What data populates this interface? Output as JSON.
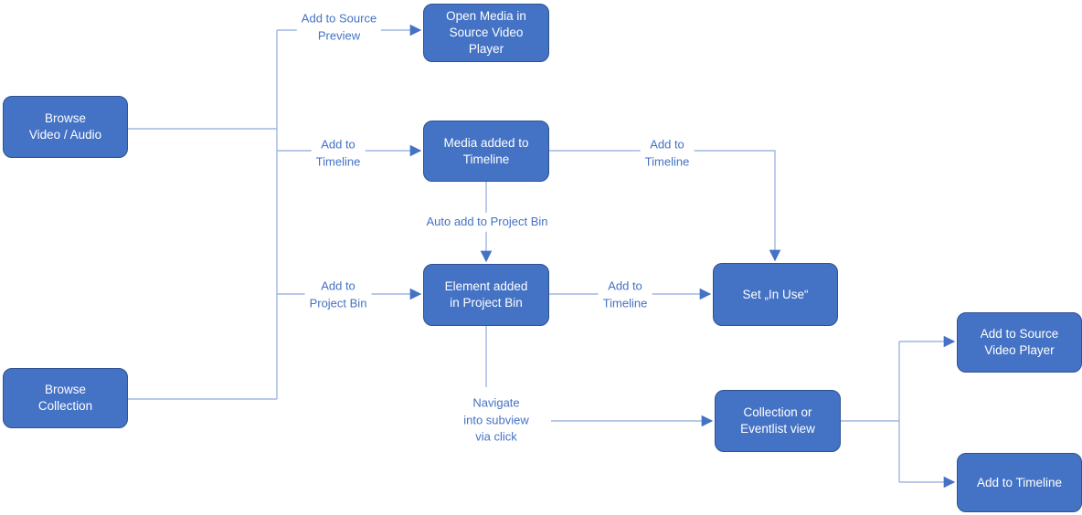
{
  "diagram": {
    "title": "Media browsing and timeline workflow flowchart",
    "colors": {
      "node_fill": "#4472C4",
      "node_border": "#2F528F",
      "node_text": "#FFFFFF",
      "connector_line": "#9FB6E2",
      "arrowhead": "#4472C4",
      "edge_label_text": "#4472C4",
      "background": "#FFFFFF"
    },
    "nodes": [
      {
        "id": "browse-video-audio",
        "label": "Browse\nVideo / Audio"
      },
      {
        "id": "browse-collection",
        "label": "Browse\nCollection"
      },
      {
        "id": "open-media-source-player",
        "label": "Open Media in\nSource Video\nPlayer"
      },
      {
        "id": "media-added-timeline",
        "label": "Media added to\nTimeline"
      },
      {
        "id": "element-added-project-bin",
        "label": "Element added\nin Project Bin"
      },
      {
        "id": "set-in-use",
        "label": "Set „In Use“"
      },
      {
        "id": "collection-eventlist-view",
        "label": "Collection or\nEventlist view"
      },
      {
        "id": "add-source-video-player",
        "label": "Add to Source\nVideo Player"
      },
      {
        "id": "add-timeline-result",
        "label": "Add to Timeline"
      }
    ],
    "edge_labels": [
      {
        "id": "add-source-preview",
        "text": "Add to Source\nPreview"
      },
      {
        "id": "add-timeline-browse",
        "text": "Add to\nTimeline"
      },
      {
        "id": "auto-add-project-bin",
        "text": "Auto add to Project Bin"
      },
      {
        "id": "add-project-bin",
        "text": "Add to\nProject Bin"
      },
      {
        "id": "add-timeline-media",
        "text": "Add to\nTimeline"
      },
      {
        "id": "add-timeline-element",
        "text": "Add to\nTimeline"
      },
      {
        "id": "navigate-subview",
        "text": "Navigate\ninto subview\nvia click"
      }
    ]
  }
}
